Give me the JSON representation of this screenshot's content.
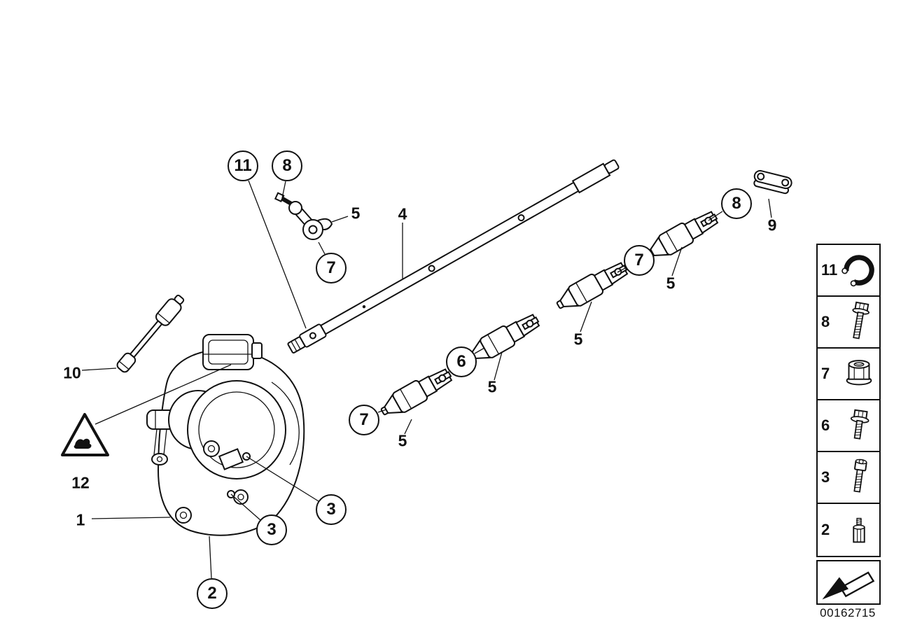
{
  "diagram": {
    "doc_number": "00162715",
    "callouts": {
      "c11": "11",
      "c8a": "8",
      "c7a": "7",
      "c7b": "7",
      "c6": "6",
      "c7c": "7",
      "c8b": "8",
      "c3a": "3",
      "c3b": "3",
      "c2": "2"
    },
    "labels": {
      "p5a": "5",
      "p4": "4",
      "p5b": "5",
      "p5c": "5",
      "p5d": "5",
      "p5e": "5",
      "p9": "9",
      "p10": "10",
      "p12": "12",
      "p1": "1"
    }
  },
  "legend": {
    "items": [
      {
        "number": "11",
        "icon": "circlip-icon"
      },
      {
        "number": "8",
        "icon": "flange-bolt-icon"
      },
      {
        "number": "7",
        "icon": "flange-nut-icon"
      },
      {
        "number": "6",
        "icon": "hex-bolt-icon"
      },
      {
        "number": "3",
        "icon": "socket-head-screw-icon"
      },
      {
        "number": "2",
        "icon": "hex-spacer-icon"
      }
    ],
    "direction_arrow": "view-direction-arrow-icon"
  }
}
